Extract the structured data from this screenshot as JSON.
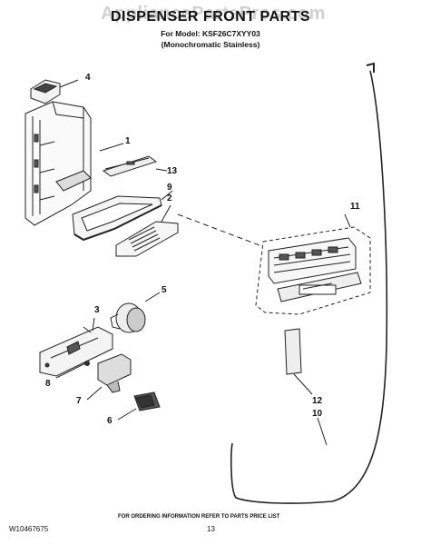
{
  "header": {
    "title": "DISPENSER FRONT PARTS",
    "model_line": "For Model: KSF26C7XYY03",
    "variant_line": "(Monochromatic Stainless)",
    "watermark": "AppliancePartsPros.com"
  },
  "callouts": {
    "c1": "1",
    "c2": "2",
    "c3": "3",
    "c4": "4",
    "c5": "5",
    "c6": "6",
    "c7": "7",
    "c8": "8",
    "c9": "9",
    "c10": "10",
    "c11": "11",
    "c12": "12",
    "c13": "13"
  },
  "footer": {
    "ordering_note": "FOR ORDERING INFORMATION REFER TO PARTS PRICE LIST",
    "document_number": "W10467675",
    "page_number": "13"
  },
  "colors": {
    "line": "#222222",
    "watermark": "#969696"
  }
}
